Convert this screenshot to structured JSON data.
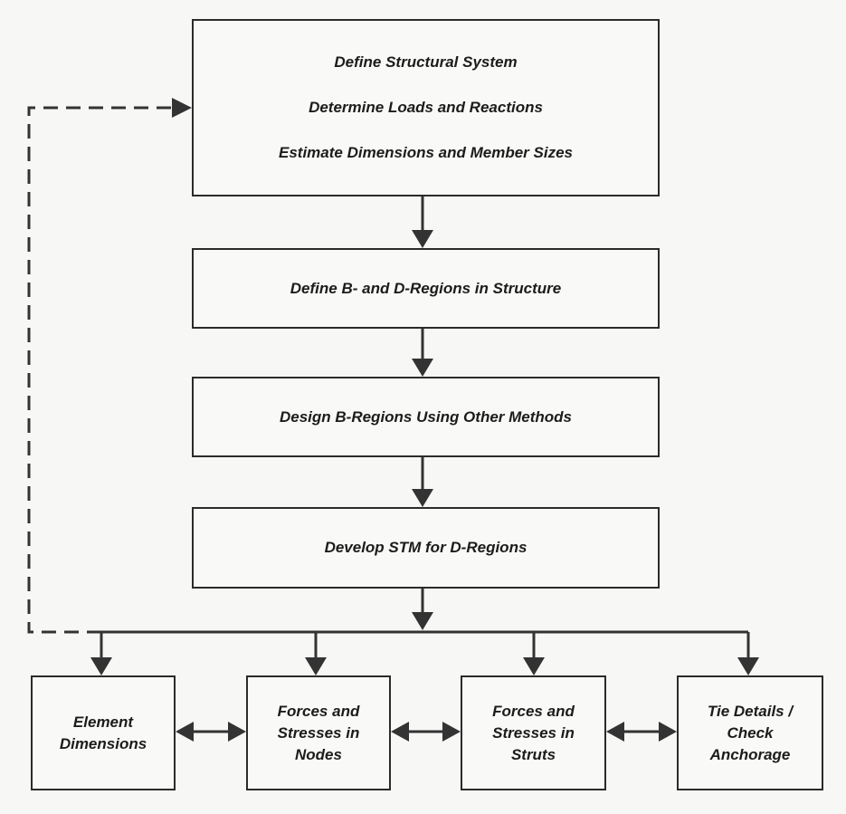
{
  "step1": {
    "line1": "Define Structural System",
    "line2": "Determine Loads and Reactions",
    "line3": "Estimate Dimensions and Member Sizes"
  },
  "step2": {
    "label": "Define B- and D-Regions in Structure"
  },
  "step3": {
    "label": "Design B-Regions Using Other Methods"
  },
  "step4": {
    "label": "Develop STM for D-Regions"
  },
  "bottom": {
    "element_dimensions": [
      "Element",
      "Dimensions"
    ],
    "nodes": [
      "Forces and",
      "Stresses in",
      "Nodes"
    ],
    "struts": [
      "Forces and",
      "Stresses in",
      "Struts"
    ],
    "tie_details": [
      "Tie Details /",
      "Check",
      "Anchorage"
    ]
  }
}
